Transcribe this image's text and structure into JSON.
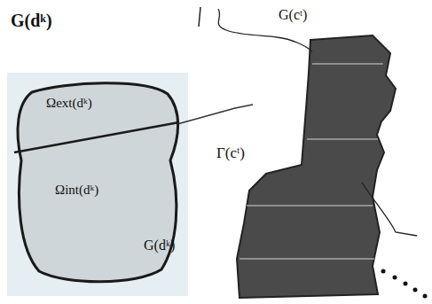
{
  "diagram": {
    "nodes": [
      {
        "text": [
          "Ωext(dᵏ)",
          "Ωint(dᵏ)"
        ]
      }
    ],
    "labels": [
      "G(dᵏ)",
      "G(dᵏ)",
      "G(cᵗ)",
      "Γ(cᵗ)"
    ]
  }
}
